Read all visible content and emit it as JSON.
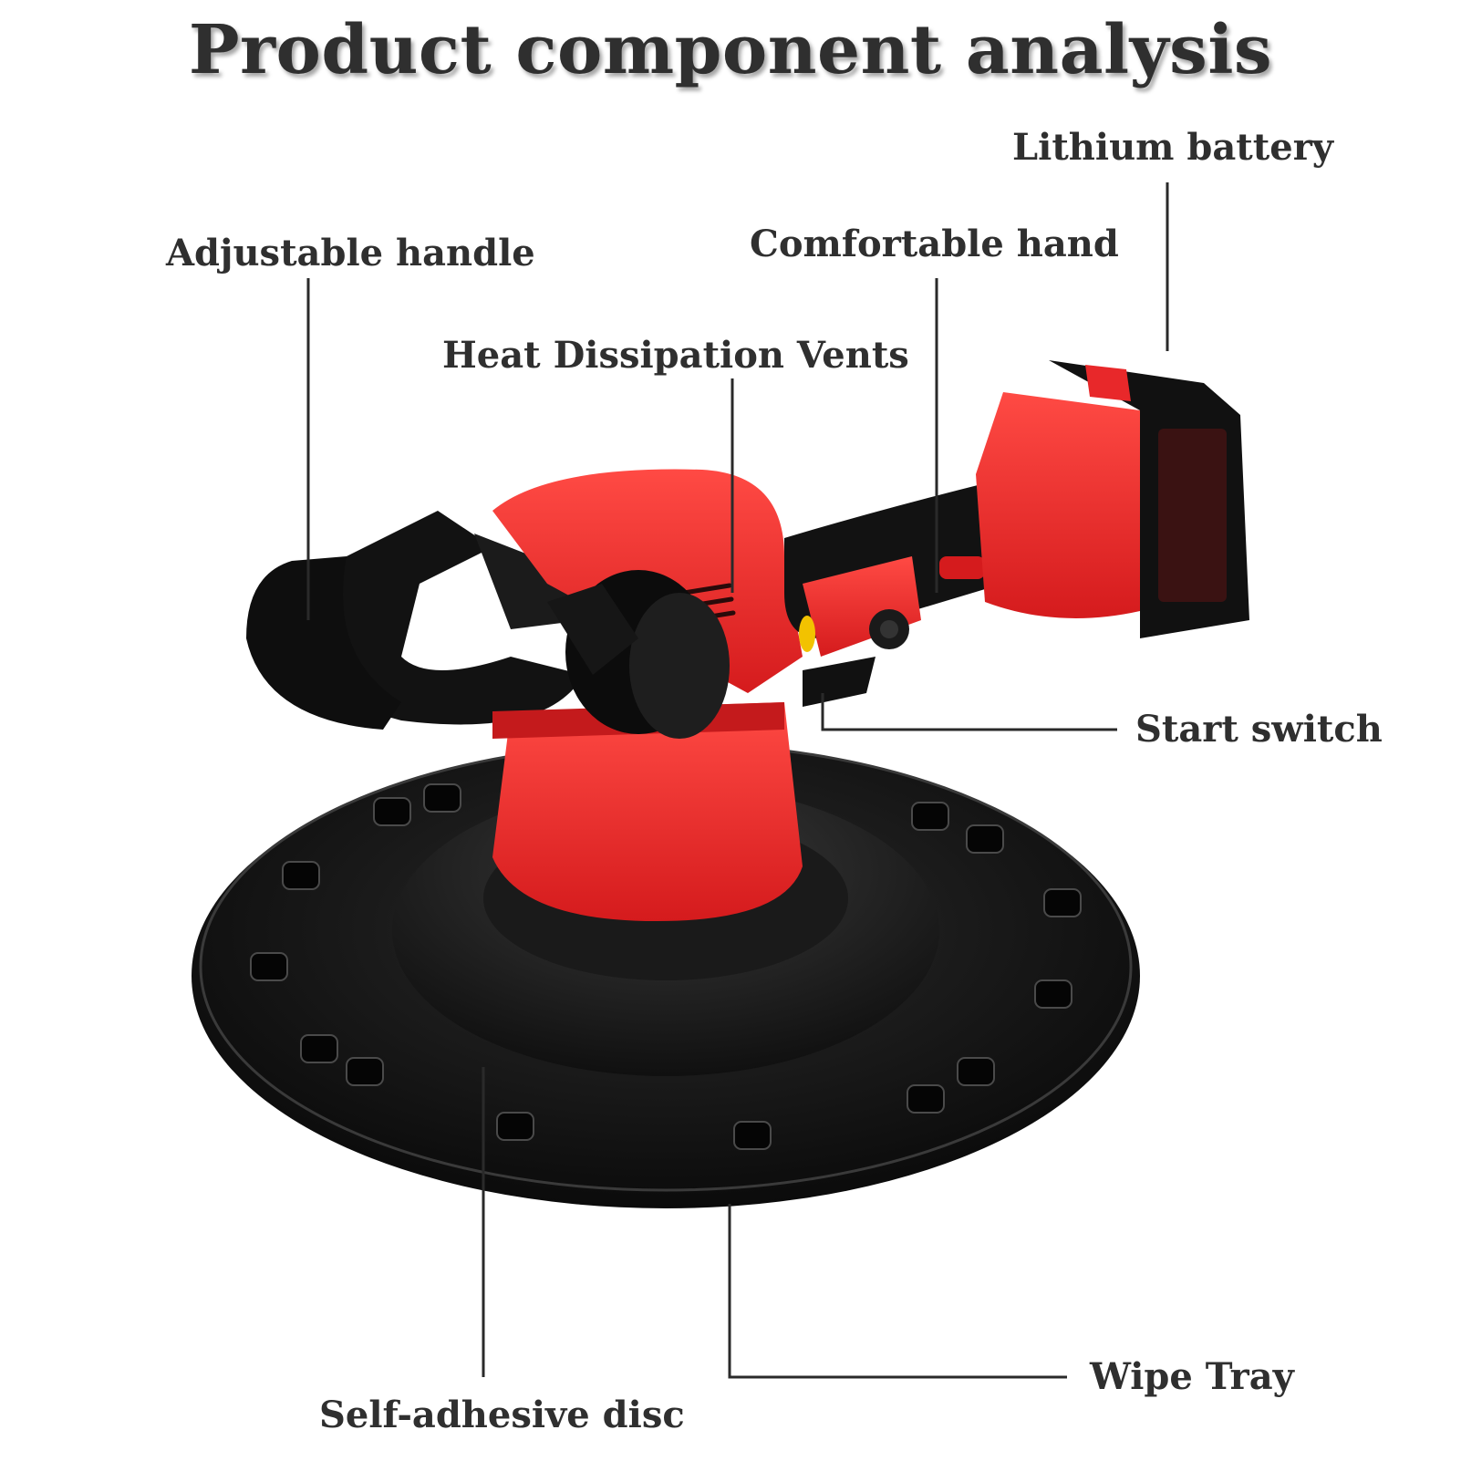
{
  "title": "Product component analysis",
  "labels": {
    "lithium_battery": "Lithium battery",
    "adjustable_handle": "Adjustable handle",
    "comfortable_hand": "Comfortable hand",
    "heat_vents": "Heat Dissipation Vents",
    "start_switch": "Start switch",
    "wipe_tray": "Wipe Tray",
    "self_adhesive_disc": "Self-adhesive disc"
  },
  "colors": {
    "body_red": "#e8282a",
    "dark_red": "#b31416",
    "black": "#141414",
    "label_text": "#2f2f2f",
    "leader_line": "#2a2a2a"
  }
}
